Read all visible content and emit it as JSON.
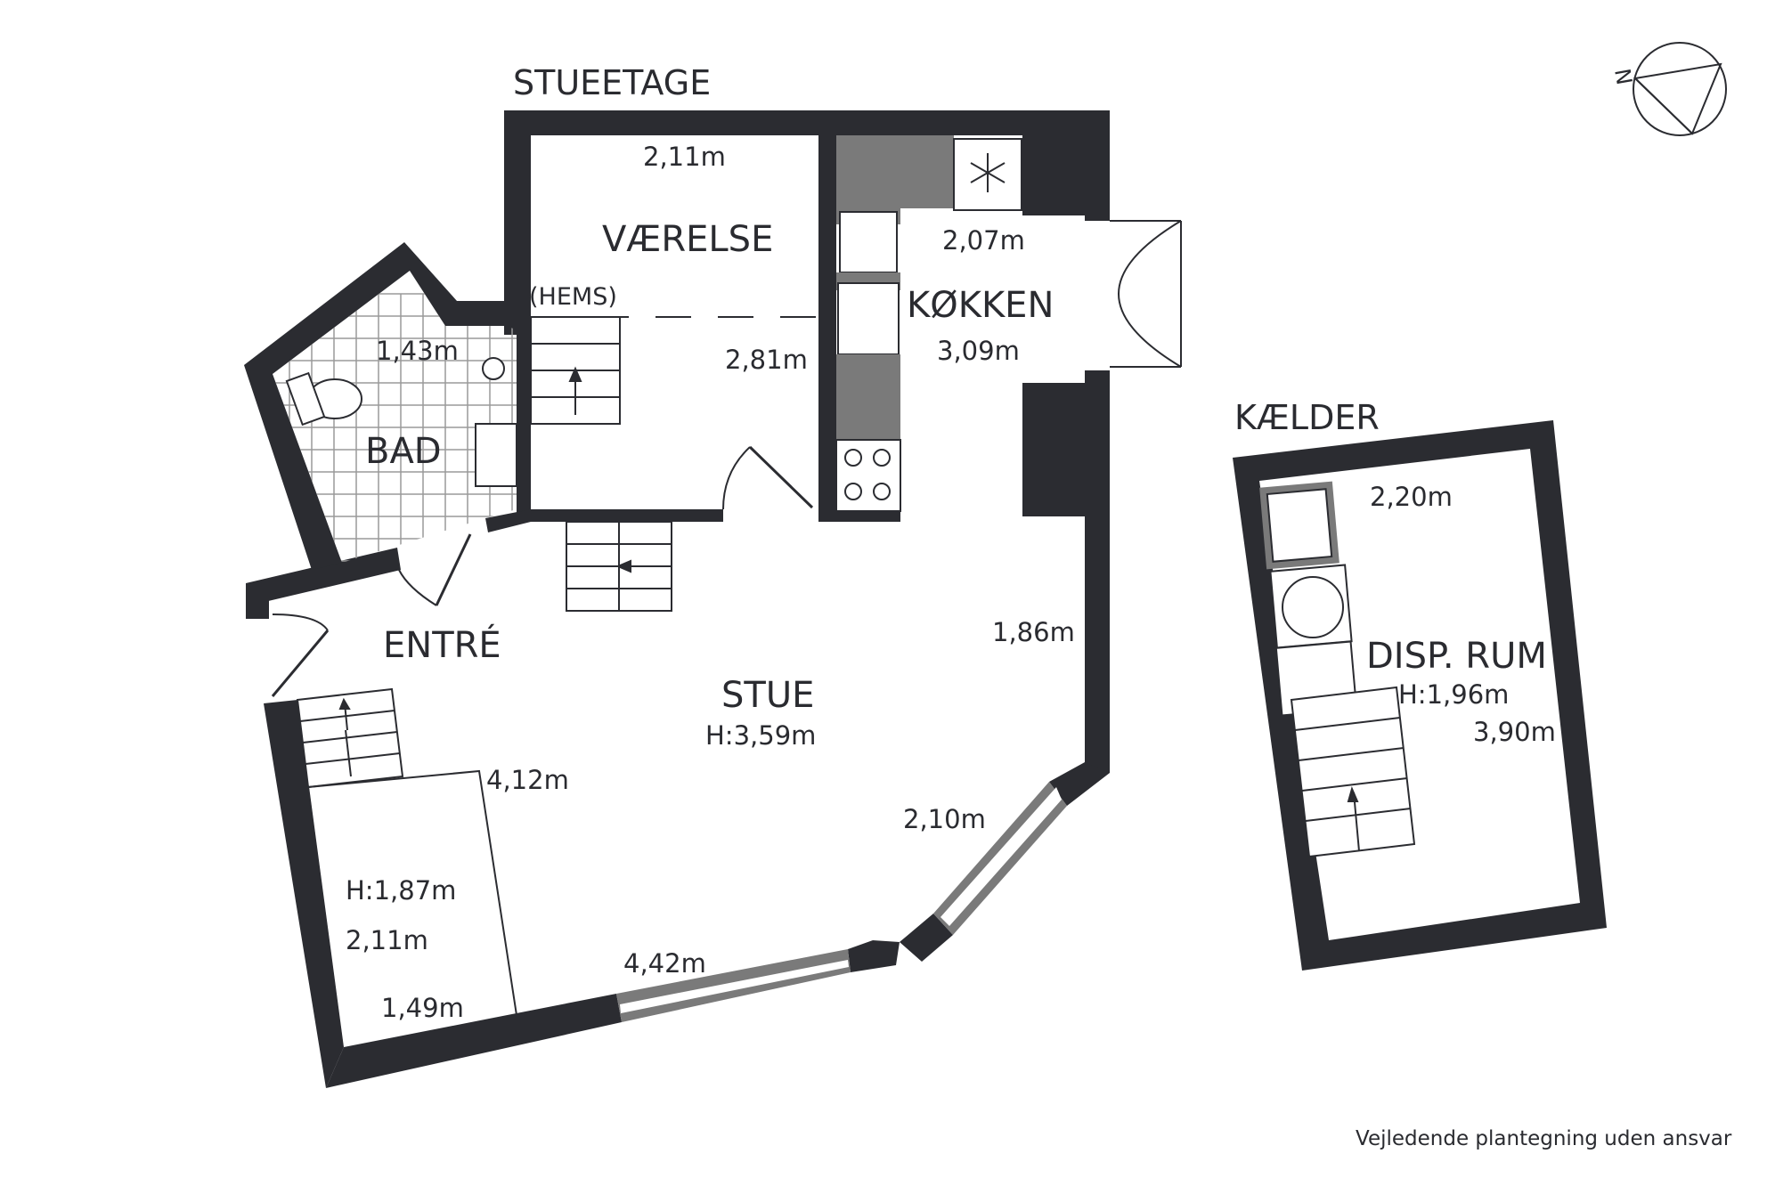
{
  "sections": {
    "ground_floor": "STUEETAGE",
    "basement": "KÆLDER"
  },
  "rooms": {
    "vaerelse": "VÆRELSE",
    "hems": "(HEMS)",
    "koekken": "KØKKEN",
    "bad": "BAD",
    "entre": "ENTRÉ",
    "stue": "STUE",
    "stue_height": "H:3,59m",
    "alcove_height": "H:1,87m",
    "disp_rum": "DISP. RUM",
    "disp_height": "H:1,96m"
  },
  "dimensions": {
    "vaerelse_top": "2,11m",
    "vaerelse_right": "2,81m",
    "kitchen_width": "2,07m",
    "kitchen_length": "3,09m",
    "bad": "1,43m",
    "stue_right": "1,86m",
    "alcove_top": "4,12m",
    "stue_angled": "2,10m",
    "alcove_width": "2,11m",
    "stue_bottom": "4,42m",
    "alcove_bottom": "1,49m",
    "disp_top": "2,20m",
    "disp_right": "3,90m"
  },
  "compass": {
    "north": "N"
  },
  "disclaimer": "Vejledende plantegning uden ansvar",
  "colors": {
    "wall": "#2b2c31",
    "window": "#7a7a7a",
    "background": "#ffffff"
  }
}
